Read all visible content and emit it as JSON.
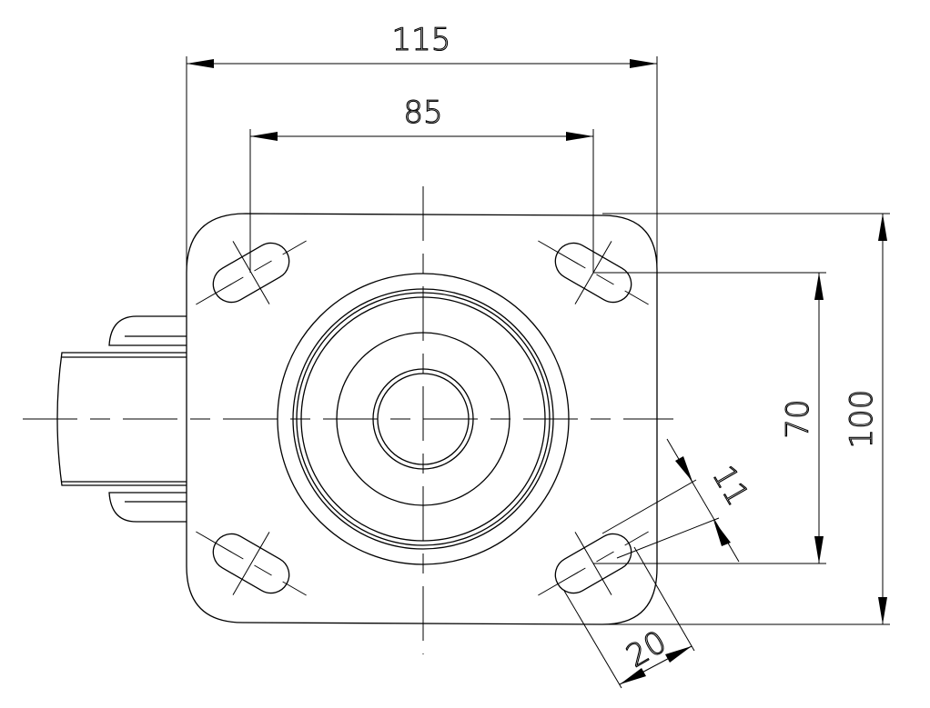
{
  "drawing": {
    "title": "Caster top plate dimension drawing",
    "dimensions": {
      "plate_width": "115",
      "hole_spacing_x": "85",
      "plate_height": "100",
      "hole_spacing_y": "70",
      "slot_width": "11",
      "slot_length": "20"
    },
    "line_color": "#000000",
    "background": "#ffffff"
  }
}
